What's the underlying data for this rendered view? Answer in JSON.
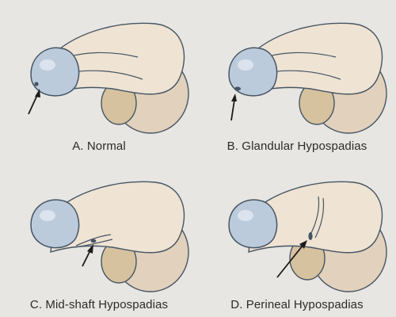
{
  "panels": [
    {
      "id": "a",
      "label": "A. Normal"
    },
    {
      "id": "b",
      "label": "B. Glandular Hypospadias"
    },
    {
      "id": "c",
      "label": "C. Mid-shaft Hypospadias"
    },
    {
      "id": "d",
      "label": "D. Perineal Hypospadias"
    }
  ],
  "colors": {
    "background": "#e7e6e2",
    "skin": "#efe3d3",
    "skin_shade": "#e2d1bc",
    "glans": "#bccbdc",
    "glans_highlight": "#dbe3ee",
    "outline": "#465564",
    "arrow": "#1c1c1c"
  }
}
